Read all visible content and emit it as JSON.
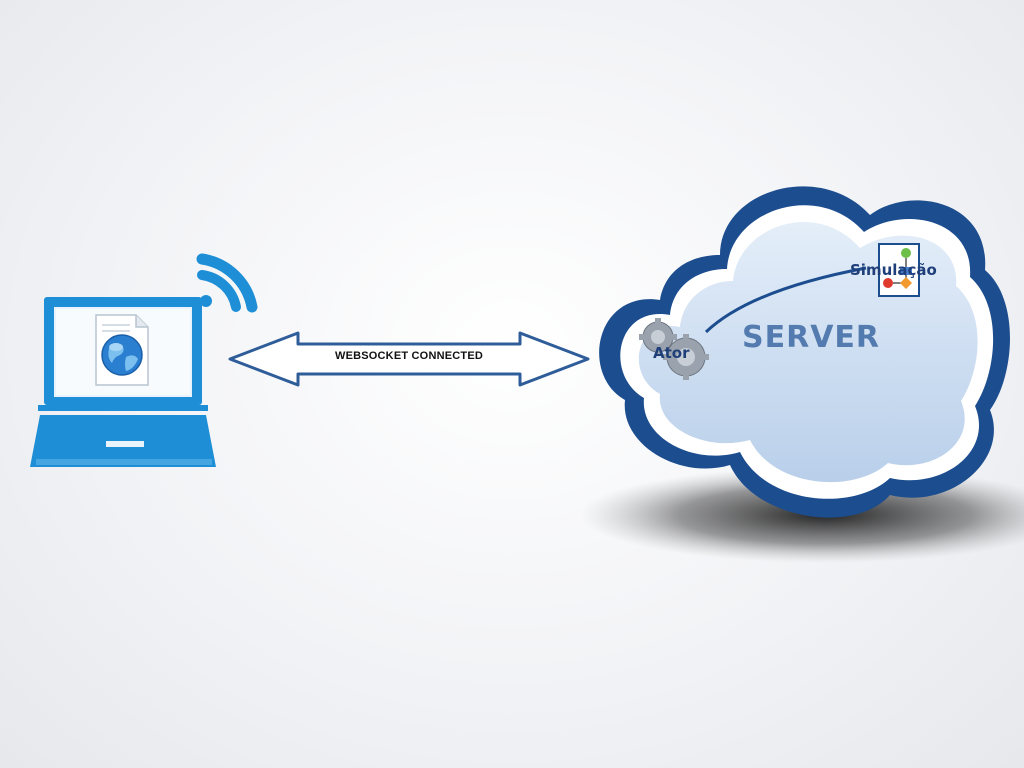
{
  "diagram": {
    "connection_label": "WEBSOCKET CONNECTED",
    "server_label": "SERVER",
    "actor_label": "Ator",
    "simulation_label": "Simulação"
  },
  "icons": {
    "client": "laptop-icon",
    "signal": "wifi-signal-icon",
    "page": "web-page-globe-icon",
    "connection": "double-arrow-icon",
    "server": "cloud-icon",
    "actor": "gears-icon",
    "simulation": "flowchart-icon"
  },
  "colors": {
    "laptop_blue": "#1e8fd6",
    "cloud_border": "#1c4d8f",
    "cloud_fill": "#c9daf0",
    "arrow_border": "#2f5d9a",
    "text_dark_blue": "#1f3f7a"
  }
}
